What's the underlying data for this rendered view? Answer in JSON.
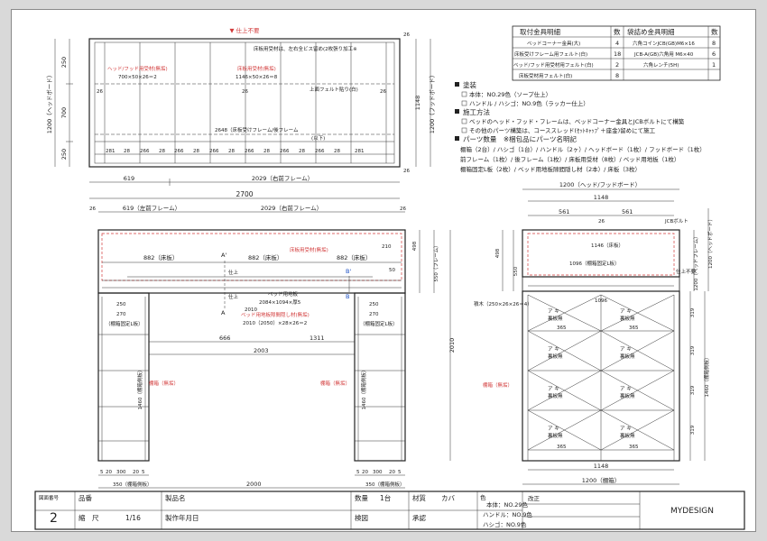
{
  "hardware_table": {
    "header": [
      "取付金具明細",
      "数",
      "袋詰め金具明細",
      "数"
    ],
    "rows": [
      [
        "ベッドコーナー金具(大)",
        "4",
        "六角コインJCB(GB)M6×16",
        "8"
      ],
      [
        "床板受けフレーム用フェルト(白)",
        "18",
        "JCB-A(GB)六角用 M6×40",
        "6"
      ],
      [
        "ベッド/フッド用受材用フェルト(白)",
        "2",
        "六角レンチ(5H)",
        "1"
      ],
      [
        "床板受材用フェルト(白)",
        "8",
        "",
        ""
      ]
    ]
  },
  "notes": {
    "paint_title": "塗装",
    "paint_1": "本体：NO.29色（ソープ仕上）",
    "paint_2": "ハンドル / ハシゴ：NO.9色（ラッカー仕上）",
    "method_title": "施工方法",
    "method_1": "ベッドのヘッド・フッド・フレームは、ベッドコーナー金具とJCBボルトにて構築",
    "method_2": "その他のパーツ構築は、コーススレッド(ｾｯﾄｷｬｯﾌﾟ＋座金)留めにて施工",
    "parts_title": "パーツ数量　※梱包品にパーツ名明記",
    "parts_1": "棚箱（2台）/ ハシゴ（1台）/ ハンドル（2ヶ）/ ヘッドボード（1枚）/ フッドボード（1枚）",
    "parts_2": "前フレーム（1枚）/ 後フレーム（1枚）/ 床板用受材（8枚）/ ベッド用地板（1枚）",
    "parts_3": "棚箱固定L板（2枚）/ ベッド用地板隙間隠し材（2本）/ 床板（3枚）"
  },
  "plan_labels": {
    "top_mark": "▼ 仕上不要",
    "note_top": "床板用受材は、左右全ビス留め(2枚張り加工※",
    "head_receiver": "ヘッド/フッド用受材(無垢)",
    "head_receiver_dim": "700×50×26＝2",
    "floor_receiver": "床板用受材(無垢)",
    "floor_receiver_dim": "1146×50×26＝8",
    "felt": "上面フェルト貼り(白)",
    "frame_label": "2648（床板受けフレーム/後フレーム",
    "dim_1200": "1200（ヘッドボード）",
    "dim_1148": "1148",
    "dim_1200_right": "1200（フッドボード）",
    "dim_250_top": "250",
    "dim_700": "700",
    "dim_250_bot": "250",
    "bay_values": [
      "281",
      "28",
      "266",
      "28",
      "266",
      "28",
      "266",
      "28",
      "266",
      "28",
      "266",
      "28",
      "266",
      "28",
      "281"
    ],
    "dim_26_a": "26",
    "dim_26_b": "26",
    "dim_26_c": "26",
    "dim_26_d": "26",
    "dim_26_e": "26",
    "dim_619": "619",
    "dim_2029": "2029（右前フレーム）",
    "dim_2700": "2700",
    "chair_mark": "(以下)"
  },
  "front_labels": {
    "dim_619": "619（左前フレーム）",
    "dim_2029": "2029（右前フレーム）",
    "dim_26_l": "26",
    "dim_26_r": "26",
    "floor_lbl": "床板用受材(無垢)",
    "dim_882_l": "882（床板）",
    "dim_882_m": "882（床板）",
    "dim_882_r": "882（床板）",
    "dim_210": "210",
    "dim_50": "50",
    "dim_498": "498",
    "dim_550": "550（フレーム）",
    "mark_a_top": "A'",
    "mark_a_bot": "A",
    "mark_b_top": "B'",
    "mark_b_bot": "B",
    "finish_1": "仕上",
    "finish_2": "仕上",
    "bed_board": "ベッド用地板",
    "bed_board_dim": "2084×1094×厚5",
    "gap_filler": "ベッド用地板隙間隠し材(無垢)",
    "gap_filler_dim": "2010（2050）×28×26＝2",
    "dim_1311": "1311",
    "dim_2003": "2003",
    "dim_666": "666",
    "dim_270_l": "270",
    "dim_250_l": "250",
    "dim_270_r": "270",
    "dim_250_r": "250",
    "fix_l": "（棚箱固定L板）",
    "fix_r": "（棚箱固定L板）",
    "side_l": "1460（棚箱側板）",
    "side_r": "1460（棚箱側板）",
    "shelf_l": "棚箱（無垢）",
    "shelf_r": "棚箱（無垢）",
    "dim_2010": "2010",
    "dim_2010_tag": "2010",
    "bottom_l": [
      "5",
      "20",
      "300",
      "20",
      "5"
    ],
    "bottom_r": [
      "5",
      "20",
      "300",
      "20",
      "5"
    ],
    "dim_350_l": "350（棚箱側板）",
    "dim_2000": "2000",
    "dim_350_r": "350（棚箱側板）"
  },
  "side_labels": {
    "dim_1200_top": "1200（ヘッド/フッドボード）",
    "dim_1148": "1148",
    "dim_561_l": "561",
    "dim_561_r": "561",
    "dim_26": "26",
    "jcb": "JCBボルト",
    "dim_1146": "1146（床板）",
    "dim_1096_fix": "1096（棚箱固定L板）",
    "finish": "仕上不要",
    "lumber": "積木（250×26×26＝4）",
    "dim_1096": "1096",
    "cell_a": "ア キ",
    "cell_b": "裏板無",
    "dim_365": "365",
    "vert_headboard": "1200（ヘッドボード）",
    "vert_bed": "1200（ベッドフレーム）",
    "vert_1460": "1460（棚箱側板）",
    "dim_319": "319",
    "shelf_lbl": "棚箱（無垢）",
    "dim_1148_b": "1148",
    "dim_1200_b": "1200（棚箱）",
    "dim_498": "498",
    "dim_550": "550"
  },
  "title_block": {
    "drawing_no_label": "図面番号",
    "drawing_no": "2",
    "item_label": "品番",
    "product_label": "製品名",
    "qty_label": "数量",
    "qty_value": "1台",
    "material_label": "材質",
    "material_value": "カバ",
    "color_label": "色",
    "color_1": "本体：NO.29色",
    "color_2": "ハンドル：NO.9色",
    "color_3": "ハシゴ：NO.9色",
    "revision_label": "改正",
    "scale_label": "縮　尺",
    "scale_value": "1/16",
    "date_label": "製作年月日",
    "check_label": "検図",
    "approve_label": "承認",
    "brand": "MYDESIGN"
  }
}
